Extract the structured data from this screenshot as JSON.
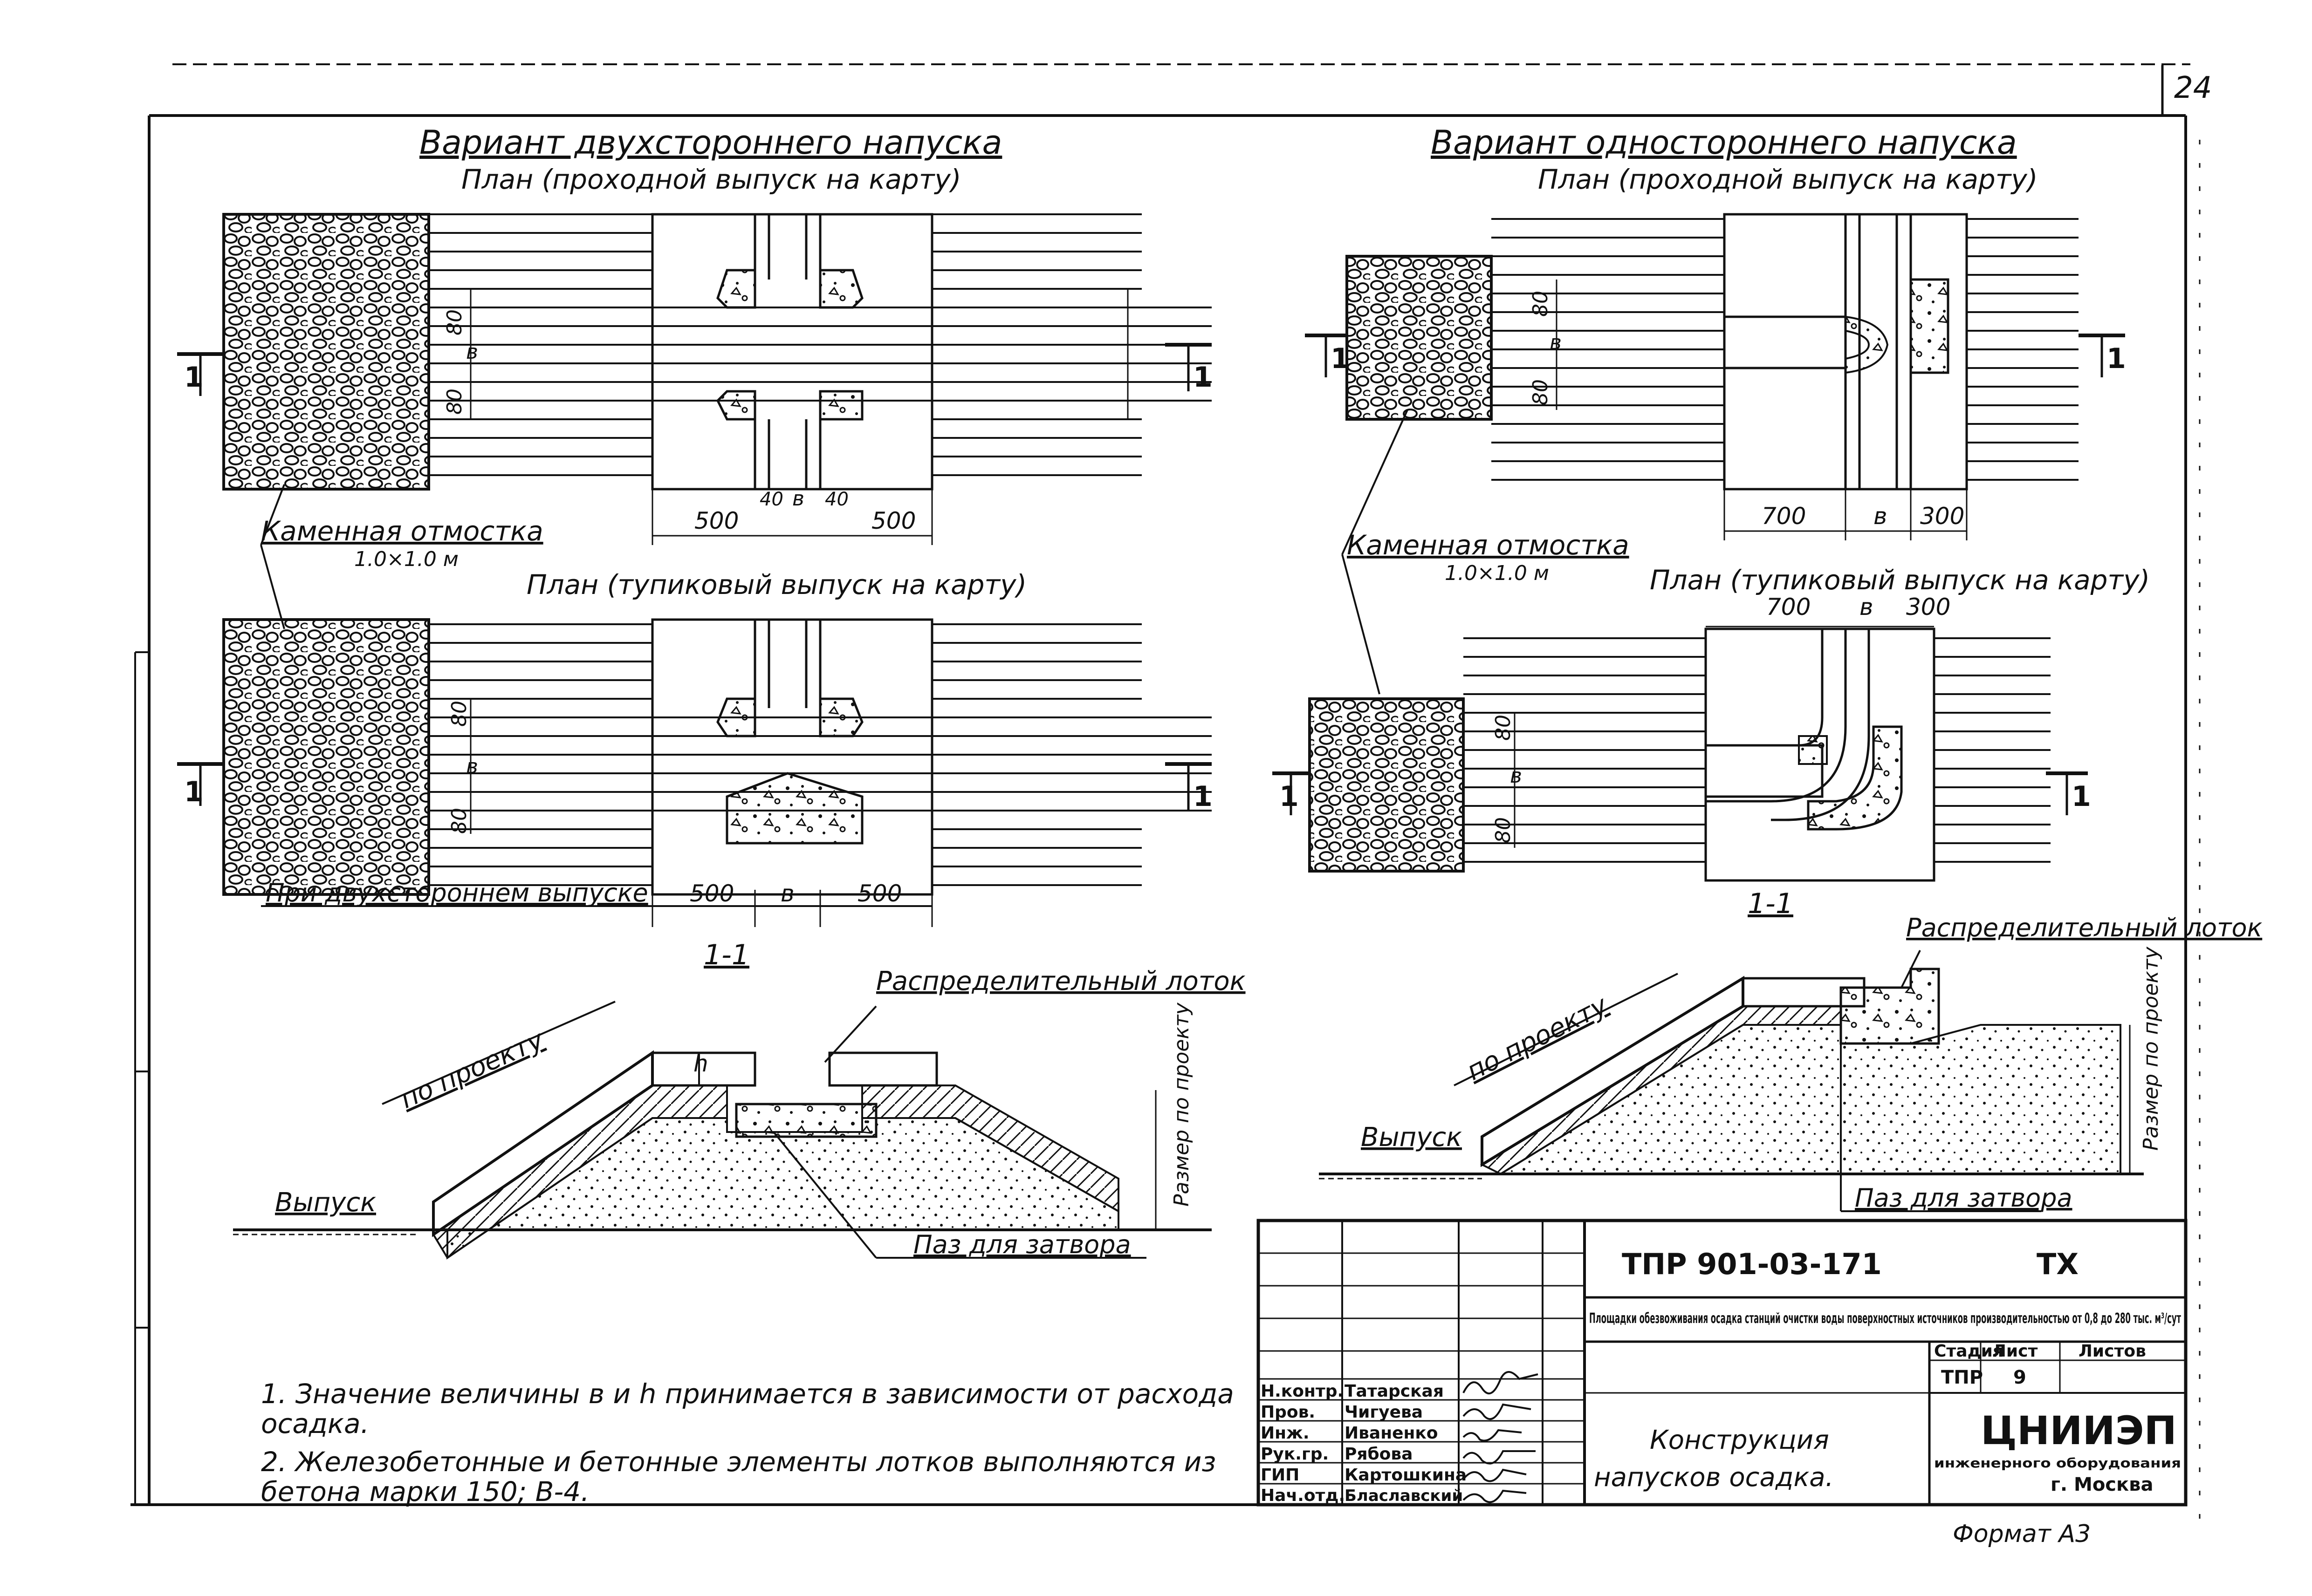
{
  "sheet_number": "24",
  "format": "Формат А3",
  "left": {
    "heading": "Вариант двухстороннего напуска",
    "plan1_title": "План (проходной выпуск на карту)",
    "plan2_title": "План (тупиковый выпуск на карту)",
    "stone_label": "Каменная отмостка",
    "stone_size": "1.0×1.0 м",
    "double_outlet": "При двухстороннем выпуске",
    "dim_500": "500",
    "dim_b": "в",
    "dim_80": "80",
    "dim_40": "40",
    "section_mark": "1",
    "section_title": "1-1",
    "tray_label": "Распределительный лоток",
    "by_project": "по проекту",
    "outlet": "Выпуск",
    "h_label": "h",
    "size_by_project": "Размер по проекту",
    "slot_label": "Паз для затвора"
  },
  "right": {
    "heading": "Вариант одностороннего напуска",
    "plan1_title": "План (проходной выпуск на карту)",
    "plan2_title": "План (тупиковый выпуск на карту)",
    "stone_label": "Каменная отмостка",
    "stone_size": "1.0×1.0 м",
    "dim_700": "700",
    "dim_b": "в",
    "dim_300": "300",
    "dim_80": "80",
    "section_mark": "1",
    "section_title": "1-1",
    "tray_label": "Распределительный лоток",
    "by_project": "по проекту",
    "outlet": "Выпуск",
    "size_by_project": "Размер по проекту",
    "slot_label": "Паз для затвора"
  },
  "notes": [
    "1. Значение величины в и h принимается в зависимости от расхода осадка.",
    "2. Железобетонные и бетонные элементы лотков выполняются из бетона марки 150; В-4."
  ],
  "title_block": {
    "code": "ТПР 901-03-171",
    "section": "ТХ",
    "description": "Площадки обезвоживания осадка станций очистки воды поверхностных источников производительностью от 0,8 до 280 тыс. м³/сут",
    "roles": [
      "Н.контр.",
      "Пров.",
      "Инж.",
      "Рук.гр.",
      "ГИП",
      "Нач.отд."
    ],
    "names": [
      "Татарская",
      "Чигуева",
      "Иваненко",
      "Рябова",
      "Картошкина",
      "Блаславский"
    ],
    "stage_label": "Стадия",
    "sheet_label": "Лист",
    "sheets_label": "Листов",
    "stage": "ТПР",
    "sheet": "9",
    "drawing_title_1": "Конструкция",
    "drawing_title_2": "напусков осадка.",
    "org": "ЦНИИЭП",
    "org_sub": "инженерного оборудования",
    "org_city": "г. Москва"
  }
}
